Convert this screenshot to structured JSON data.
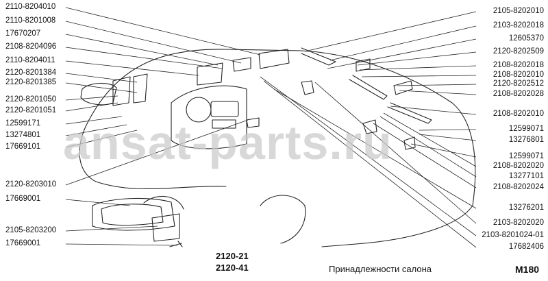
{
  "left_labels": [
    "2110-8204010",
    "2110-8201008",
    "17670207",
    "2108-8204096",
    "2110-8204011",
    "2120-8201384",
    "2120-8201385",
    "2120-8201050",
    "2120-8201051",
    "12599171",
    "13274801",
    "17669101",
    "2120-8203010",
    "17669001",
    "2105-8203200",
    "17669001"
  ],
  "right_labels": [
    "2105-8202010",
    "2103-8202018",
    "12605370",
    "2120-8202509",
    "2108-8202018",
    "2108-8202010",
    "2120-8202512",
    "2108-8202028",
    "2108-8202010",
    "12599071",
    "13276801",
    "12599071",
    "2108-8202020",
    "13277101",
    "2108-8202024",
    "13276201",
    "2103-8202020",
    "2103-8201024-01",
    "17682406"
  ],
  "models": [
    "2120-21",
    "2120-41"
  ],
  "title": "Принадлежности салона",
  "code": "M180",
  "watermark": "ansat-parts.ru",
  "colors": {
    "ink": "#111111",
    "watermark": "#cccccc"
  }
}
